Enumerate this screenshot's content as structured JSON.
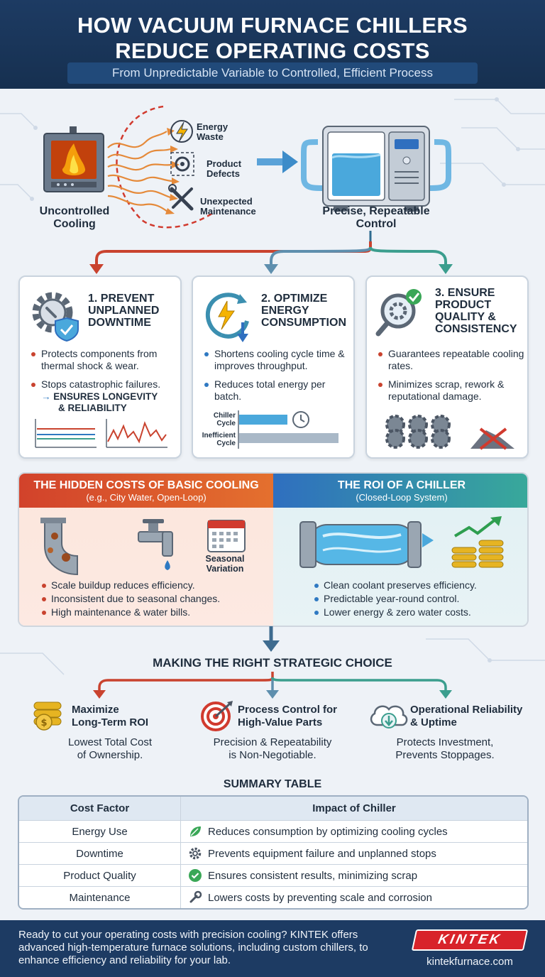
{
  "header": {
    "title_line1": "HOW VACUUM FURNACE CHILLERS",
    "title_line2": "REDUCE OPERATING COSTS",
    "subtitle": "From Unpredictable Variable to Controlled, Efficient Process"
  },
  "flow": {
    "left_label_line1": "Uncontrolled",
    "left_label_line2": "Cooling",
    "problems": [
      {
        "line1": "Energy",
        "line2": "Waste",
        "icon": "lightning-icon"
      },
      {
        "line1": "Product",
        "line2": "Defects",
        "icon": "gear-icon"
      },
      {
        "line1": "Unexpected",
        "line2": "Maintenance",
        "icon": "wrench-icon"
      }
    ],
    "right_label_line1": "Precise, Repeatable",
    "right_label_line2": "Control"
  },
  "cards": [
    {
      "title": "1. PREVENT UNPLANNED DOWNTIME",
      "bullets": [
        "Protects components from thermal shock & wear.",
        "Stops catastrophic failures."
      ],
      "result_line1": "ENSURES LONGEVITY",
      "result_line2": "& RELIABILITY"
    },
    {
      "title": "2. OPTIMIZE ENERGY CONSUMPTION",
      "bullets": [
        "Shortens cooling cycle time & improves throughput.",
        "Reduces total energy per batch."
      ],
      "bar_labels": [
        "Chiller Cycle",
        "Inefficient Cycle"
      ]
    },
    {
      "title": "3. ENSURE PRODUCT QUALITY & CONSISTENCY",
      "bullets": [
        "Guarantees repeatable cooling rates.",
        "Minimizes scrap, rework & reputational damage."
      ]
    }
  ],
  "compare": {
    "left": {
      "title": "THE HIDDEN COSTS OF BASIC COOLING",
      "subtitle": "(e.g., City Water, Open-Loop)",
      "icon_label_line1": "Seasonal",
      "icon_label_line2": "Variation",
      "bullets": [
        "Scale buildup reduces efficiency.",
        "Inconsistent due to seasonal changes.",
        "High maintenance & water bills."
      ]
    },
    "right": {
      "title": "THE ROI OF A CHILLER",
      "subtitle": "(Closed-Loop System)",
      "bullets": [
        "Clean coolant preserves efficiency.",
        "Predictable year-round control.",
        "Lower energy & zero water costs."
      ]
    }
  },
  "strategy": {
    "title": "MAKING THE RIGHT STRATEGIC CHOICE",
    "items": [
      {
        "title_line1": "Maximize",
        "title_line2": "Long-Term ROI",
        "desc_line1": "Lowest Total Cost",
        "desc_line2": "of Ownership."
      },
      {
        "title_line1": "Process Control for",
        "title_line2": "High-Value Parts",
        "desc_line1": "Precision & Repeatability",
        "desc_line2": "is Non-Negotiable."
      },
      {
        "title_line1": "Operational Reliability",
        "title_line2": "& Uptime",
        "desc_line1": "Protects Investment,",
        "desc_line2": "Prevents Stoppages."
      }
    ]
  },
  "table": {
    "title": "SUMMARY TABLE",
    "headers": [
      "Cost Factor",
      "Impact of Chiller"
    ],
    "rows": [
      {
        "factor": "Energy Use",
        "impact": "Reduces consumption by optimizing cooling cycles",
        "icon": "leaf-icon"
      },
      {
        "factor": "Downtime",
        "impact": "Prevents equipment failure and unplanned stops",
        "icon": "gear-icon"
      },
      {
        "factor": "Product Quality",
        "impact": "Ensures consistent results, minimizing scrap",
        "icon": "check-icon"
      },
      {
        "factor": "Maintenance",
        "impact": "Lowers costs by preventing scale and corrosion",
        "icon": "wrench-icon"
      }
    ]
  },
  "footer": {
    "text": "Ready to cut your operating costs with precision cooling? KINTEK offers advanced high-temperature furnace solutions, including custom chillers, to enhance efficiency and reliability for your lab.",
    "logo": "KINTEK",
    "url": "kintekfurnace.com"
  }
}
